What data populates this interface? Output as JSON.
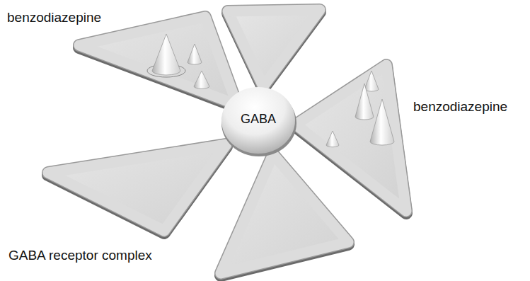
{
  "diagram": {
    "nodes": [
      {
        "text": [
          "GABA"
        ]
      }
    ],
    "labels": [
      "benzodiazepine",
      "benzodiazepine",
      "GABA receptor complex"
    ]
  }
}
